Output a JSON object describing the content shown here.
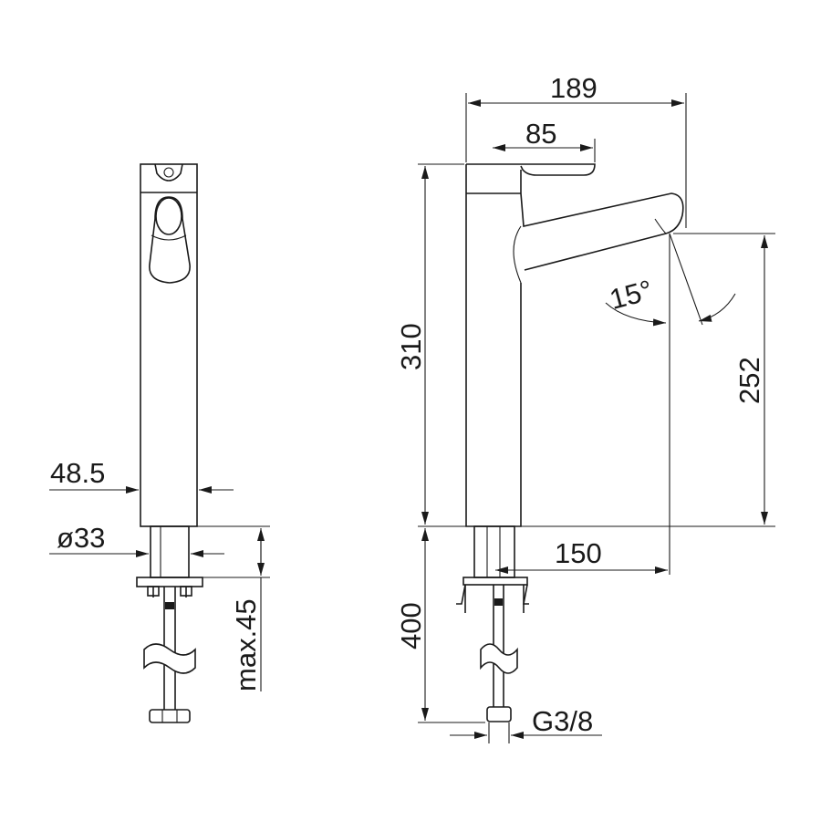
{
  "drawing": {
    "dimensions": {
      "width_overall": "189",
      "lever_length": "85",
      "height_total": "310",
      "spout_height": "252",
      "spout_reach": "150",
      "angle": "15°",
      "hose_length": "400",
      "thread": "G3/8",
      "body_width": "48.5",
      "shank_diameter": "ø33",
      "deck_thickness": "max.45"
    }
  }
}
